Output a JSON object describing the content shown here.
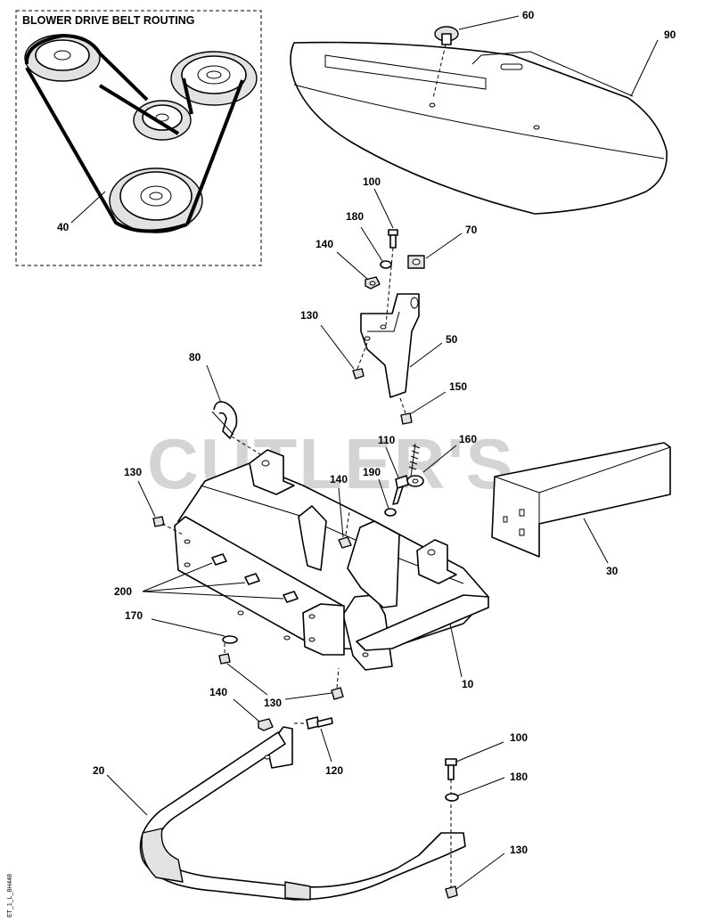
{
  "inset": {
    "title": "BLOWER DRIVE BELT ROUTING"
  },
  "watermark": "CUTLER'S",
  "drawing_code": "ET_1_L_8H448",
  "callouts": {
    "c40": "40",
    "c60": "60",
    "c90": "90",
    "c100_top": "100",
    "c180_top": "180",
    "c70": "70",
    "c140_top": "140",
    "c130_mid": "130",
    "c50": "50",
    "c80": "80",
    "c150": "150",
    "c160": "160",
    "c110": "110",
    "c190": "190",
    "c140_mid": "140",
    "c130_left": "130",
    "c30": "30",
    "c200": "200",
    "c170": "170",
    "c10": "10",
    "c140_low": "140",
    "c130_low": "130",
    "c120": "120",
    "c20": "20",
    "c100_bot": "100",
    "c180_bot": "180",
    "c130_bot": "130"
  }
}
